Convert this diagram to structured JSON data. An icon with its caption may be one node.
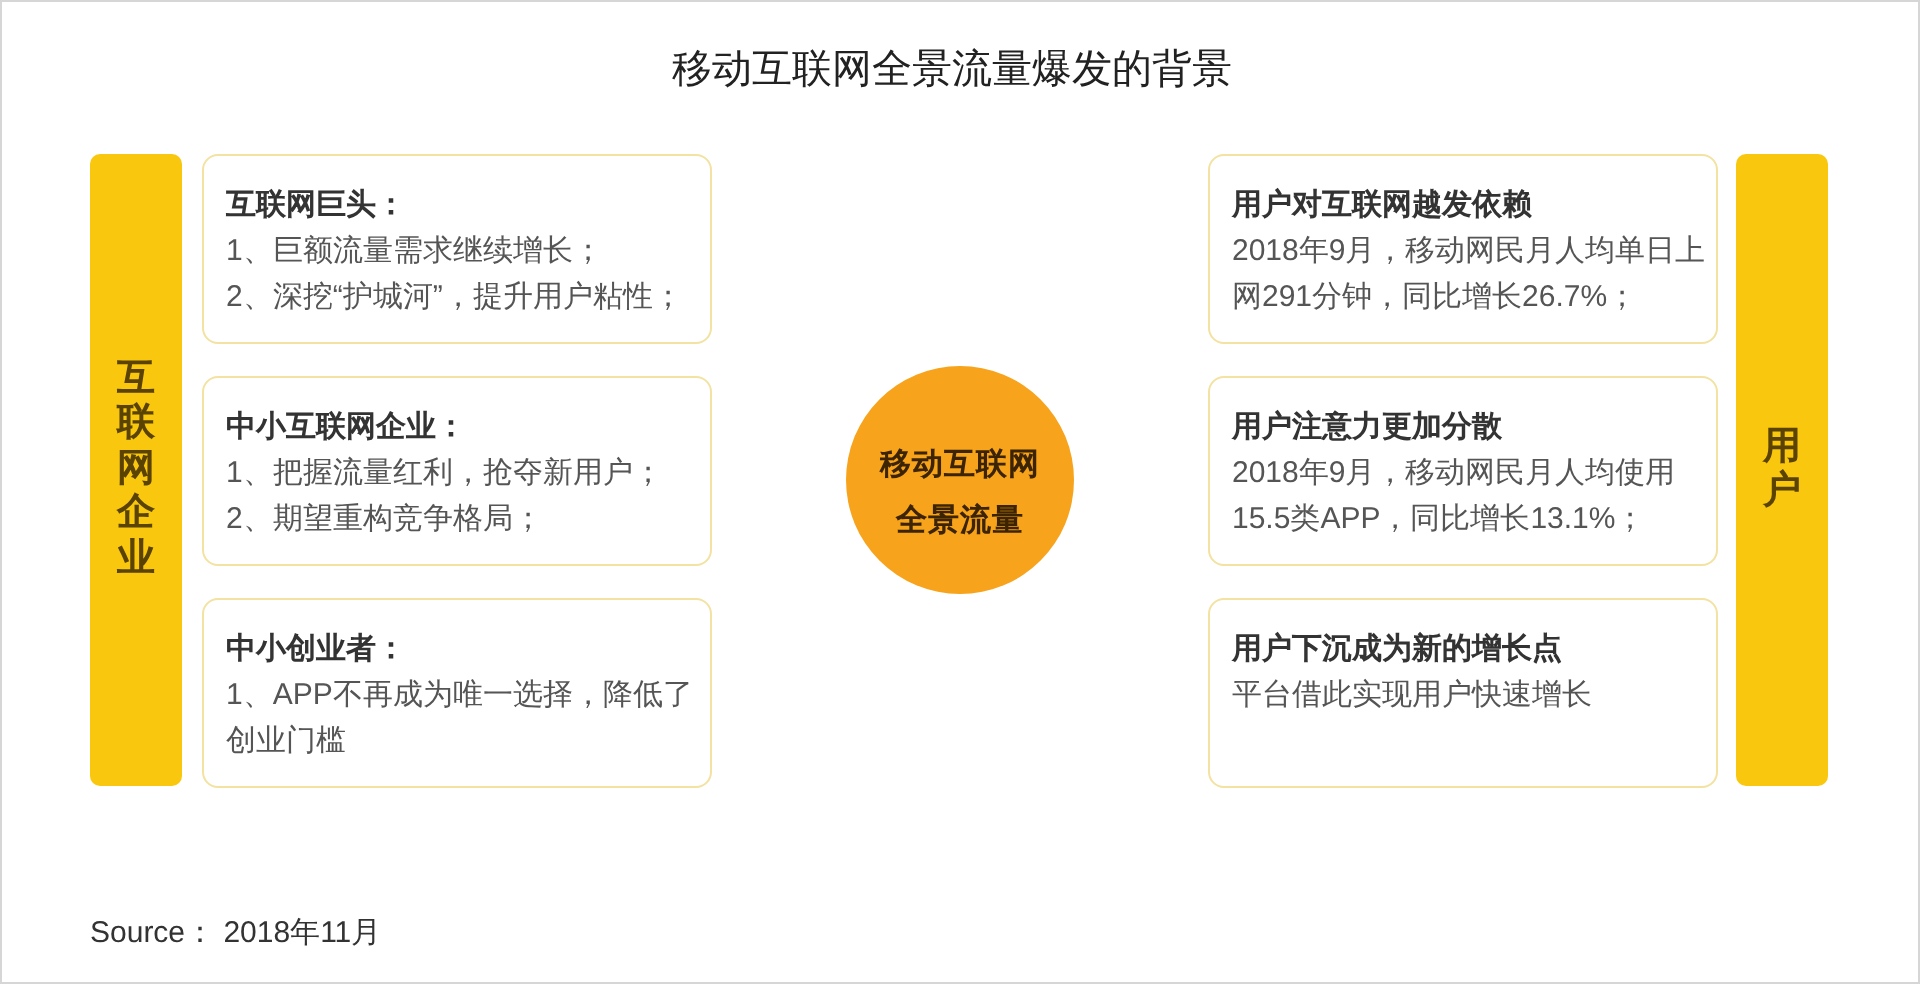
{
  "diagram": {
    "title": "移动互联网全景流量爆发的背景",
    "nodes": [
      {
        "text": [
          "互联网企业"
        ]
      },
      {
        "text": [
          "互联网巨头：",
          "1、巨额流量需求继续增长；",
          "2、深挖“护城河”，提升用户粘性；"
        ]
      },
      {
        "text": [
          "中小互联网企业：",
          "1、把握流量红利，抢夺新用户；",
          "2、期望重构竞争格局；"
        ]
      },
      {
        "text": [
          "中小创业者：",
          "1、APP不再成为唯一选择，降低了创业门槛"
        ]
      },
      {
        "text": [
          "移动互联网全景流量"
        ]
      },
      {
        "text": [
          "用户对互联网越发依赖",
          "2018年9月，移动网民月人均单日上网291分钟，同比增长26.7%；"
        ]
      },
      {
        "text": [
          "用户注意力更加分散",
          "2018年9月，移动网民月人均使用15.5类APP，同比增长13.1%；"
        ]
      },
      {
        "text": [
          "用户下沉成为新的增长点",
          "平台借此实现用户快速增长"
        ]
      },
      {
        "text": [
          "用户"
        ]
      }
    ],
    "labels": [
      "Source： 2018年11月"
    ]
  }
}
